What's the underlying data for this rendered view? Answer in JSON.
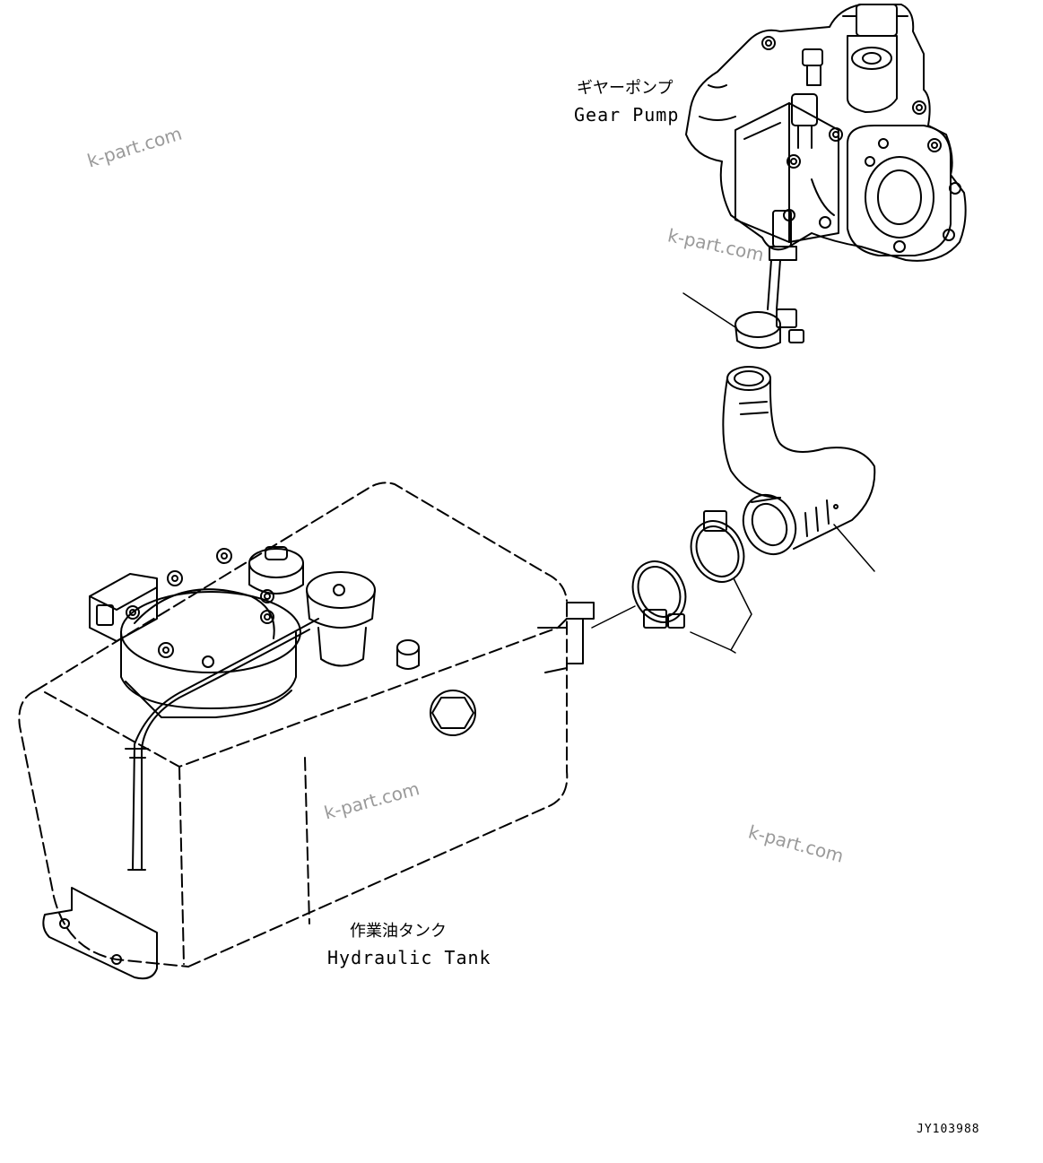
{
  "labels": {
    "gear_pump_jp": "ギヤーポンプ",
    "gear_pump_en": "Gear Pump",
    "hydraulic_tank_jp": "作業油タンク",
    "hydraulic_tank_en": "Hydraulic Tank"
  },
  "watermarks": [
    "k-part.com",
    "k-part.com",
    "k-part.com",
    "k-part.com"
  ],
  "drawing_code": "JY103988"
}
